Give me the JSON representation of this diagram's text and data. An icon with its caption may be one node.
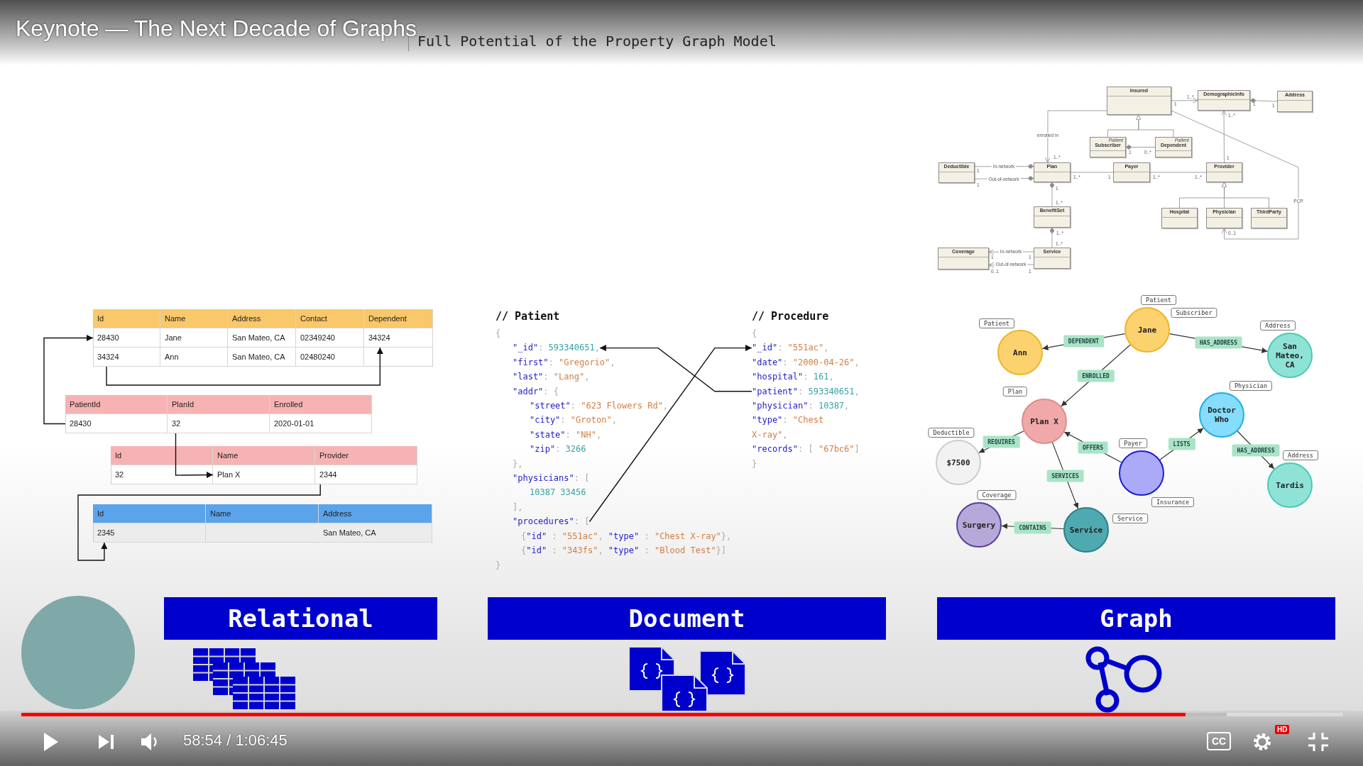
{
  "diagram": {
    "title": "Full Potential of the Property Graph Model",
    "nodes": [
      {
        "text": [],
        "shape": "table"
      },
      {
        "text": [
          "Id"
        ],
        "in": 0
      },
      {
        "text": [
          "Name"
        ],
        "in": 0
      },
      {
        "text": [
          "Address"
        ],
        "in": 0
      },
      {
        "text": [
          "Contact"
        ],
        "in": 0
      },
      {
        "text": [
          "Dependent"
        ],
        "in": 0
      },
      {
        "text": [
          "28430"
        ],
        "in": 0
      },
      {
        "text": [
          "Jane"
        ],
        "in": 0
      },
      {
        "text": [
          "San Mateo, CA"
        ],
        "in": 0
      },
      {
        "text": [
          "02349240"
        ],
        "in": 0
      },
      {
        "text": [
          "34324"
        ],
        "in": 0
      },
      {
        "text": [
          "34324"
        ],
        "in": 0
      },
      {
        "text": [
          "Ann"
        ],
        "in": 0
      },
      {
        "text": [
          "San Mateo, CA"
        ],
        "in": 0
      },
      {
        "text": [
          "02480240"
        ],
        "in": 0
      },
      {
        "text": [],
        "shape": "table"
      },
      {
        "text": [
          "PatientId"
        ],
        "in": 15
      },
      {
        "text": [
          "PlanId"
        ],
        "in": 15
      },
      {
        "text": [
          "Enrolled"
        ],
        "in": 15
      },
      {
        "text": [
          "28430"
        ],
        "in": 15
      },
      {
        "text": [
          "32"
        ],
        "in": 15
      },
      {
        "text": [
          "2020-01-01"
        ],
        "in": 15
      },
      {
        "text": [],
        "shape": "table"
      },
      {
        "text": [
          "Id"
        ],
        "in": 22
      },
      {
        "text": [
          "Name"
        ],
        "in": 22
      },
      {
        "text": [
          "Provider"
        ],
        "in": 22
      },
      {
        "text": [
          "32"
        ],
        "in": 22
      },
      {
        "text": [
          "Plan X"
        ],
        "in": 22
      },
      {
        "text": [
          "2344"
        ],
        "in": 22
      },
      {
        "text": [],
        "shape": "table"
      },
      {
        "text": [
          "Id"
        ],
        "in": 29
      },
      {
        "text": [
          "Name"
        ],
        "in": 29
      },
      {
        "text": [
          "Address"
        ],
        "in": 29
      },
      {
        "text": [
          "2345"
        ],
        "in": 29
      },
      {
        "text": [
          "San Mateo, CA"
        ],
        "in": 29
      },
      {
        "text": [
          "// Patient"
        ]
      },
      {
        "text": [
          "{"
        ],
        "in": 35
      },
      {
        "text": [
          "\"_id\": 593340651,"
        ],
        "in": 35
      },
      {
        "text": [
          "\"first\": \"Gregorio\","
        ],
        "in": 35
      },
      {
        "text": [
          "\"last\": \"Lang\","
        ],
        "in": 35
      },
      {
        "text": [
          "\"addr\": {"
        ],
        "in": 35
      },
      {
        "text": [
          "\"street\": \"623 Flowers Rd\","
        ],
        "in": 35
      },
      {
        "text": [
          "\"city\": \"Groton\","
        ],
        "in": 35
      },
      {
        "text": [
          "\"state\": \"NH\","
        ],
        "in": 35
      },
      {
        "text": [
          "\"zip\": 3266"
        ],
        "in": 35
      },
      {
        "text": [
          "},"
        ],
        "in": 35
      },
      {
        "text": [
          "\"physicians\": ["
        ],
        "in": 35
      },
      {
        "text": [
          "10387 33456"
        ],
        "in": 35
      },
      {
        "text": [
          "],"
        ],
        "in": 35
      },
      {
        "text": [
          "\"procedures\": ["
        ],
        "in": 35
      },
      {
        "text": [
          "{\"id\" : \"551ac\", \"type\" : \"Chest X-ray\"},"
        ],
        "in": 35
      },
      {
        "text": [
          "{\"id\" : \"343fs\", \"type\" : \"Blood Test\"}]"
        ],
        "in": 35
      },
      {
        "text": [
          "}"
        ],
        "in": 35
      },
      {
        "text": [
          "// Procedure"
        ]
      },
      {
        "text": [
          "{"
        ],
        "in": 53
      },
      {
        "text": [
          "\"_id\": \"551ac\","
        ],
        "in": 53
      },
      {
        "text": [
          "\"date\": \"2000-04-26\","
        ],
        "in": 53
      },
      {
        "text": [
          "\"hospital\": 161,"
        ],
        "in": 53
      },
      {
        "text": [
          "\"patient\": 593340651,"
        ],
        "in": 53
      },
      {
        "text": [
          "\"physician\": 10387,"
        ],
        "in": 53
      },
      {
        "text": [
          "\"type\": \"Chest X-ray\","
        ],
        "in": 53
      },
      {
        "text": [
          "\"records\": [ \"67bc6\"]"
        ],
        "in": 53
      },
      {
        "text": [
          "}"
        ],
        "in": 53
      },
      {
        "text": [
          "Insured"
        ]
      },
      {
        "text": [
          "DemographicInfo"
        ]
      },
      {
        "text": [
          "Address"
        ]
      },
      {
        "text": [
          "Patient",
          "Subscriber"
        ]
      },
      {
        "text": [
          "Patient",
          "Dependent"
        ]
      },
      {
        "text": [
          "Deductible"
        ]
      },
      {
        "text": [
          "Plan"
        ]
      },
      {
        "text": [
          "Payer"
        ]
      },
      {
        "text": [
          "Provider"
        ]
      },
      {
        "text": [
          "BenefitSet"
        ]
      },
      {
        "text": [
          "Hospital"
        ]
      },
      {
        "text": [
          "Physician"
        ]
      },
      {
        "text": [
          "ThirdParty"
        ]
      },
      {
        "text": [
          "Coverage"
        ]
      },
      {
        "text": [
          "Service"
        ]
      },
      {
        "text": [
          "Jane"
        ],
        "beside": [
          "Patient",
          "Subscriber"
        ]
      },
      {
        "text": [
          "Ann"
        ],
        "beside": [
          "Patient"
        ]
      },
      {
        "text": [
          "San Mateo, CA"
        ],
        "beside": [
          "Address"
        ]
      },
      {
        "text": [
          "Plan X"
        ],
        "beside": [
          "Plan"
        ]
      },
      {
        "text": [
          "Doctor Who"
        ],
        "beside": [
          "Physician"
        ]
      },
      {
        "text": [
          "$7500"
        ],
        "beside": [
          "Deductible"
        ]
      },
      {
        "text": [],
        "shape": "circle",
        "beside": [
          "Payer",
          "Insurance"
        ]
      },
      {
        "text": [
          "Tardis"
        ],
        "beside": [
          "Address"
        ]
      },
      {
        "text": [
          "Service"
        ],
        "beside": [
          "Service"
        ]
      },
      {
        "text": [
          "Surgery"
        ],
        "beside": [
          "Coverage"
        ]
      },
      {
        "text": [
          "Relational"
        ]
      },
      {
        "text": [
          "Document"
        ]
      },
      {
        "text": [
          "Graph"
        ]
      }
    ],
    "edges": [
      {
        "from": 11,
        "to": 10,
        "arrow": "to",
        "color": "#111111"
      },
      {
        "from": 19,
        "to": 6,
        "arrow": "to",
        "color": "#111111"
      },
      {
        "from": 20,
        "to": 26,
        "arrow": "to",
        "color": "#111111"
      },
      {
        "from": 28,
        "to": 33,
        "arrow": "to",
        "color": "#111111"
      },
      {
        "from": 58,
        "to": 37,
        "arrow": "to",
        "color": "#111111"
      },
      {
        "from": 49,
        "to": 55,
        "arrow": "to",
        "color": "#111111"
      },
      {
        "from": 63,
        "to": 64,
        "arrow": "to"
      },
      {
        "from": 65,
        "to": 64,
        "arrow": "other"
      },
      {
        "from": 63,
        "to": 69,
        "arrow": "to",
        "label": "enrolled in"
      },
      {
        "from": 66,
        "to": 63,
        "arrow": "to"
      },
      {
        "from": 67,
        "to": 63,
        "arrow": "to"
      },
      {
        "from": 67,
        "to": 66,
        "arrow": "other"
      },
      {
        "from": 68,
        "to": 69,
        "arrow": "other",
        "label": "In-network"
      },
      {
        "from": 68,
        "to": 69,
        "arrow": "other",
        "label": "Out-of-network"
      },
      {
        "from": 69,
        "to": 70,
        "arrow": "none"
      },
      {
        "from": 70,
        "to": 71,
        "arrow": "none"
      },
      {
        "from": 71,
        "to": 64,
        "arrow": "to"
      },
      {
        "from": 72,
        "to": 69,
        "arrow": "other"
      },
      {
        "from": 77,
        "to": 72,
        "arrow": "other"
      },
      {
        "from": 77,
        "to": 76,
        "arrow": "to",
        "label": "In-network"
      },
      {
        "from": 77,
        "to": 76,
        "arrow": "to",
        "label": "Out-of-network"
      },
      {
        "from": 73,
        "to": 71,
        "arrow": "to"
      },
      {
        "from": 74,
        "to": 71,
        "arrow": "to"
      },
      {
        "from": 75,
        "to": 71,
        "arrow": "to"
      },
      {
        "from": 63,
        "to": 74,
        "arrow": "to",
        "label": "PCP"
      },
      {
        "from": 78,
        "to": 79,
        "arrow": "to",
        "label": "DEPENDENT",
        "color": "#333333"
      },
      {
        "from": 78,
        "to": 80,
        "arrow": "to",
        "label": "HAS_ADDRESS",
        "color": "#333333"
      },
      {
        "from": 78,
        "to": 81,
        "arrow": "to",
        "label": "ENROLLED",
        "color": "#333333"
      },
      {
        "from": 81,
        "to": 83,
        "arrow": "to",
        "label": "REQUIRES",
        "color": "#333333"
      },
      {
        "from": 84,
        "to": 81,
        "arrow": "to",
        "label": "OFFERS",
        "color": "#333333"
      },
      {
        "from": 81,
        "to": 86,
        "arrow": "to",
        "label": "SERVICES",
        "color": "#333333"
      },
      {
        "from": 84,
        "to": 82,
        "arrow": "to",
        "label": "LISTS",
        "color": "#333333"
      },
      {
        "from": 82,
        "to": 85,
        "arrow": "to",
        "label": "HAS_ADDRESS",
        "color": "#333333"
      },
      {
        "from": 86,
        "to": 87,
        "arrow": "to",
        "label": "CONTAINS",
        "color": "#333333"
      }
    ],
    "labels": [
      "Keynote — The Next Decade of Graphs",
      "1",
      "1..*",
      "1",
      "1",
      "1..*",
      "1",
      "0..*",
      "1",
      "1",
      "1..*",
      "1",
      "1..*",
      "1..*",
      "1",
      "1..*",
      "1",
      "1..*",
      "1..*",
      "1..*",
      "1",
      "1",
      "0..1",
      "1",
      "0..1",
      "58:54 / 1:06:45",
      "CC",
      "HD"
    ]
  }
}
